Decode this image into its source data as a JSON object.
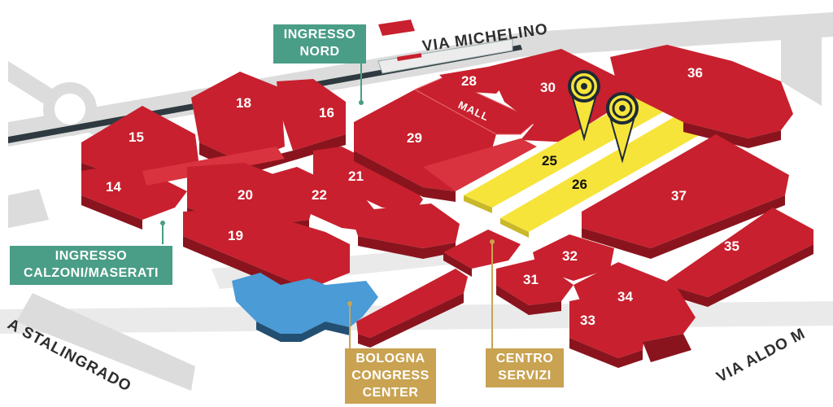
{
  "colors": {
    "hall": "#c8202e",
    "hall_dark": "#8a141e",
    "hall_light": "#d8333f",
    "highlight": "#f6e43a",
    "congress": "#4a9bd6",
    "road": "#d9d9d9",
    "rail": "#2f3a40",
    "tag_green": "#4a9d86",
    "tag_gold": "#c9a352"
  },
  "halls": {
    "h14": "14",
    "h15": "15",
    "h16": "16",
    "h18": "18",
    "h19": "19",
    "h20": "20",
    "h21": "21",
    "h22": "22",
    "h25": "25",
    "h26": "26",
    "h28": "28",
    "h29": "29",
    "h30": "30",
    "h31": "31",
    "h32": "32",
    "h33": "33",
    "h34": "34",
    "h35": "35",
    "h36": "36",
    "h37": "37"
  },
  "mall": "MALL",
  "roads": {
    "michelino": "VIA MICHELINO",
    "stalingrado": "A STALINGRADO",
    "aldo": "VIA ALDO M"
  },
  "entrances": {
    "nord": [
      "INGRESSO",
      "NORD"
    ],
    "calzoni": [
      "INGRESSO",
      "CALZONI/MASERATI"
    ]
  },
  "buildings": {
    "congress": [
      "BOLOGNA",
      "CONGRESS",
      "CENTER"
    ],
    "servizi": [
      "CENTRO",
      "SERVIZI"
    ]
  },
  "markers": [
    {
      "name": "location-pin-icon",
      "hall": "25"
    },
    {
      "name": "location-pin-icon",
      "hall": "26"
    }
  ]
}
